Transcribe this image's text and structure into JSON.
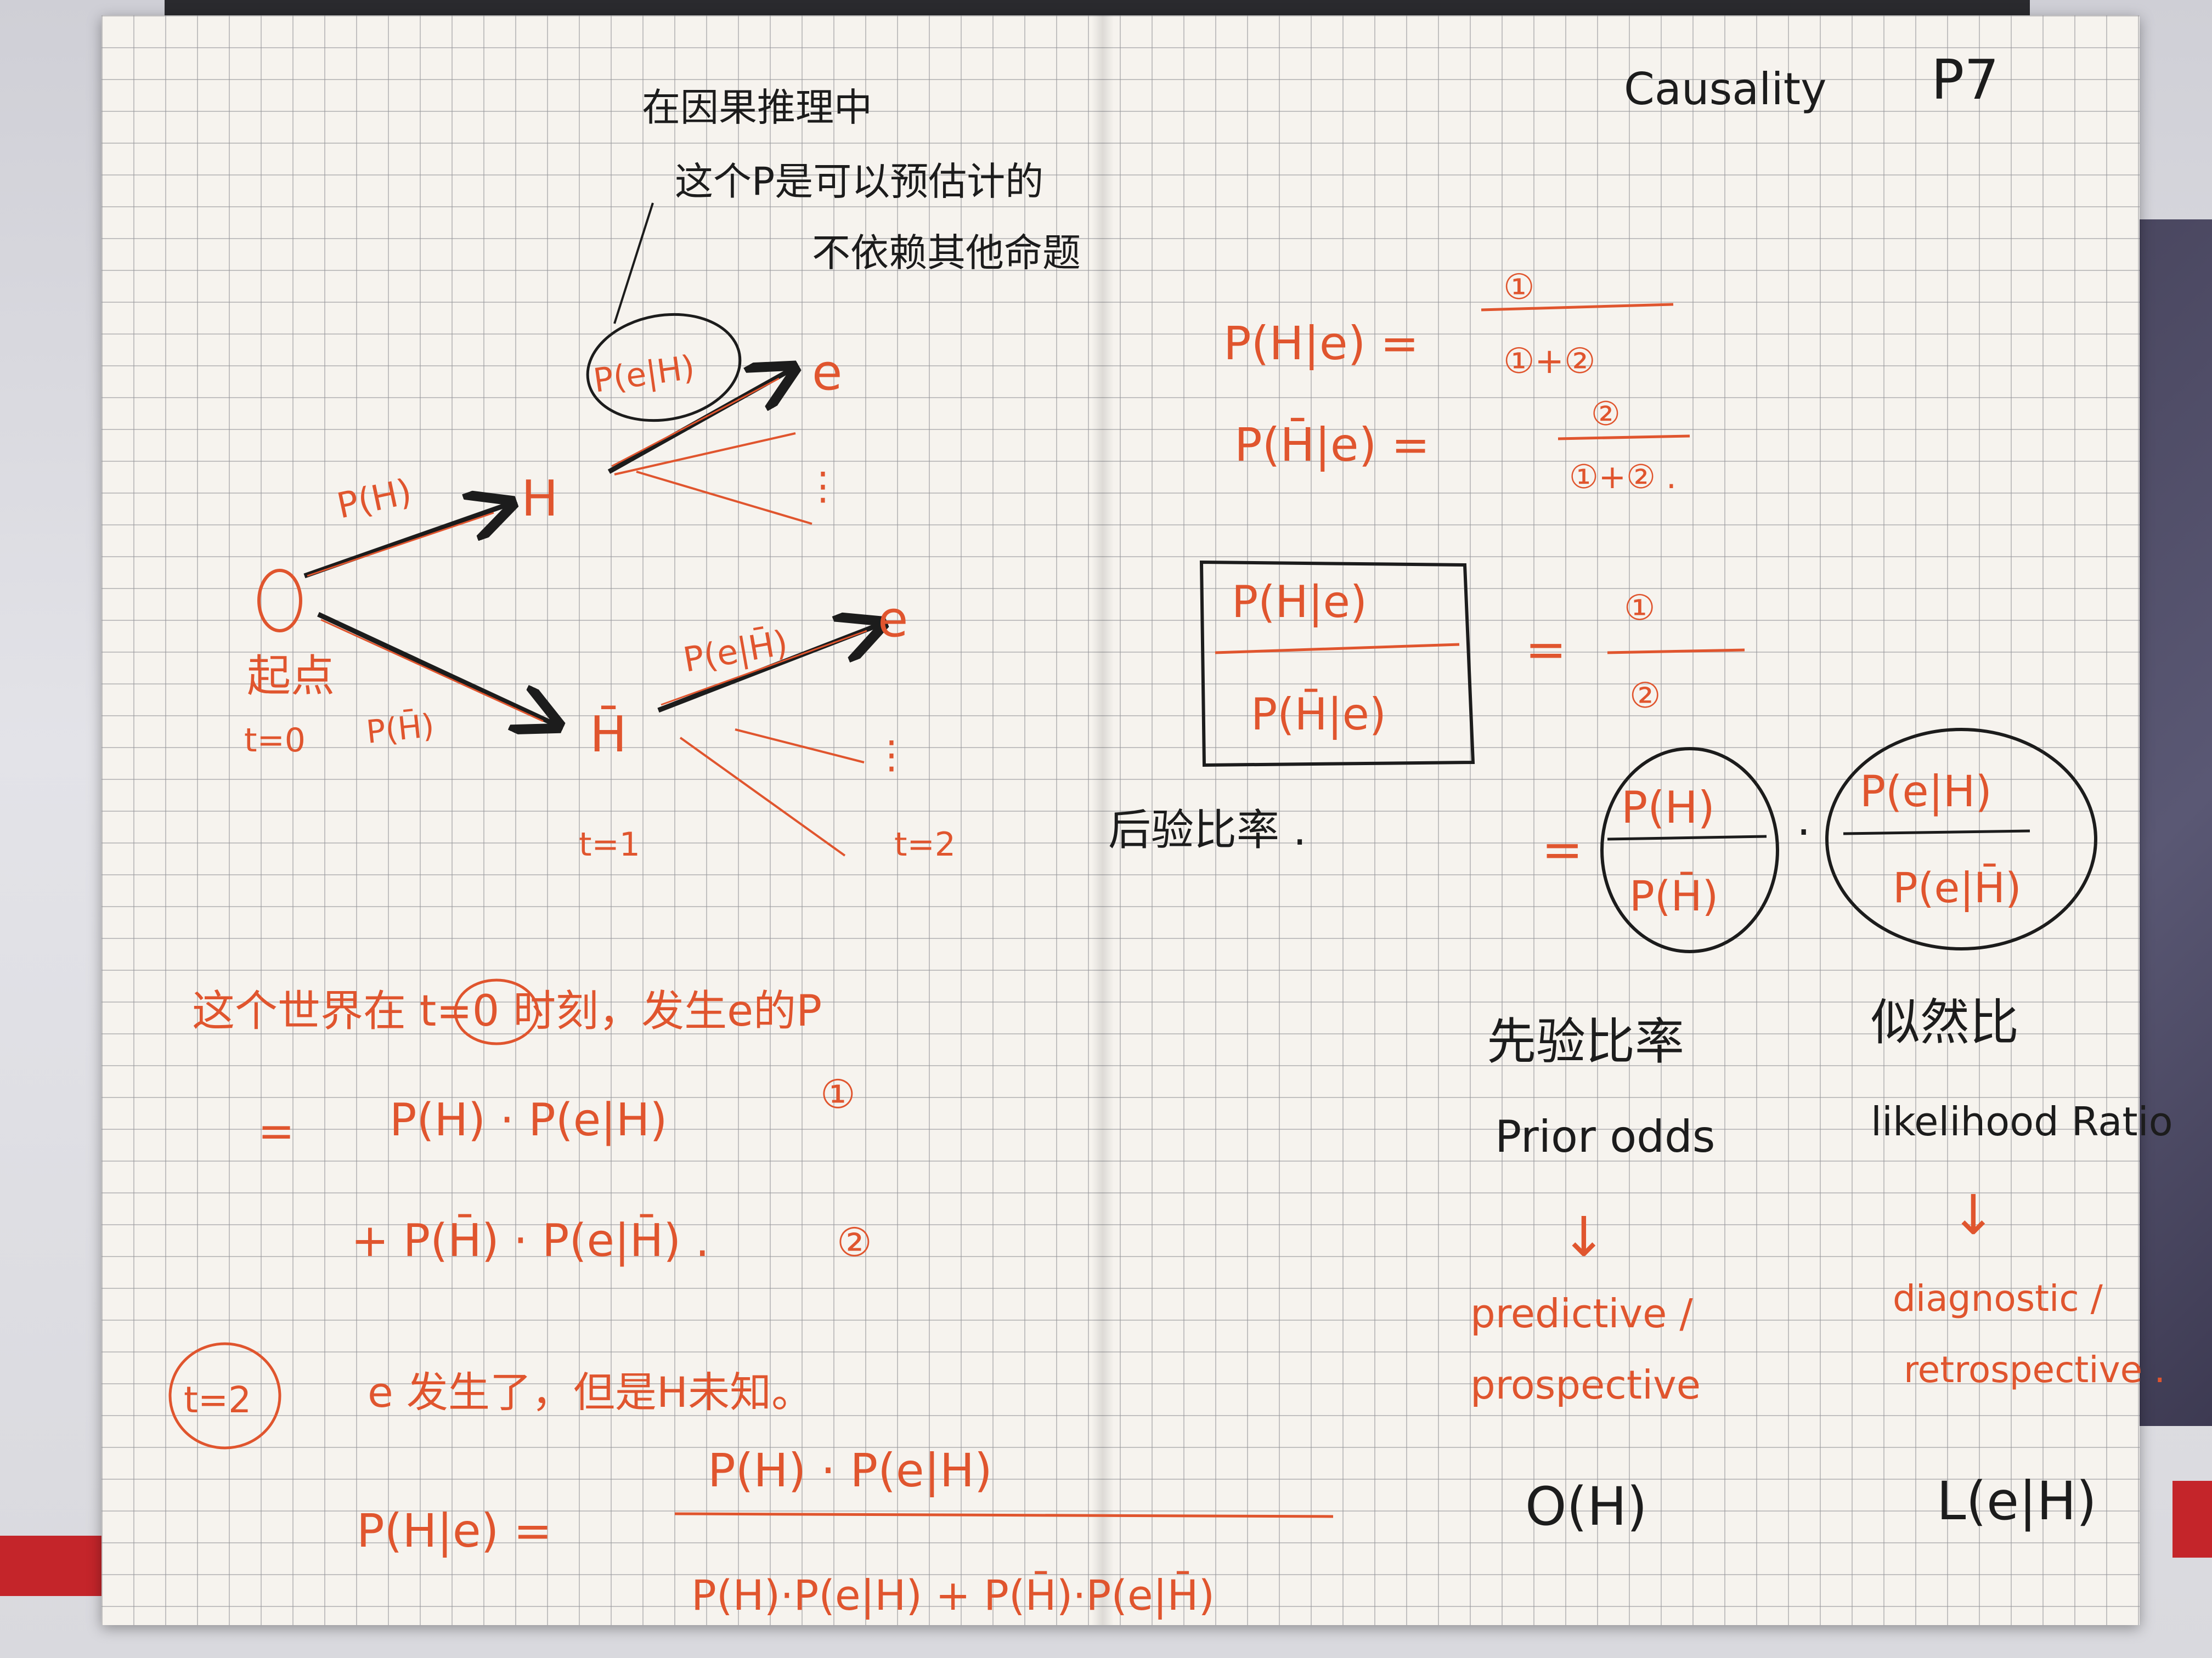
{
  "header": {
    "subject": "Causality",
    "page_number": "P7"
  },
  "tree": {
    "start_label": "起点",
    "t0": "t=0",
    "t1": "t=1",
    "t2": "t=2",
    "node_H": "H",
    "node_notH": "H̄",
    "edge_pH": "P(H)",
    "edge_pnotH": "P(H̄)",
    "edge_peH": "P(e|H)",
    "edge_penotH": "P(e|H̄)",
    "leaf_e": "e",
    "dots": "⋮"
  },
  "annotation": {
    "line1": "在因果推理中",
    "line2": "这个P是可以预估计的",
    "line3": "不依赖其他命题"
  },
  "formula_left": {
    "line1": "这个世界在 t=0 时刻，发生e的P",
    "eq": "=",
    "term1": "P(H) · P(e|H)",
    "mark1": "①",
    "term2": "+ P(H̄) · P(e|H̄) .",
    "mark2": "②",
    "t2_label": "t=2",
    "t2_text": "e 发生了，但是H未知。",
    "bayes_lhs": "P(H|e) =",
    "bayes_num": "P(H) · P(e|H)",
    "bayes_den": "P(H)·P(e|H) + P(H̄)·P(e|H̄)"
  },
  "formula_right": {
    "pHe_lhs": "P(H|e) =",
    "pHe_num": "①",
    "pHe_den": "①+②",
    "pnHe_lhs": "P(H̄|e) =",
    "pnHe_num": "②",
    "pnHe_den": "①+② .",
    "box_num": "P(H|e)",
    "box_den": "P(H̄|e)",
    "ratio_eq": "=",
    "ratio_num": "①",
    "ratio_den": "②",
    "posterior_label": "后验比率 .",
    "eq2": "=",
    "prior_num": "P(H)",
    "prior_den": "P(H̄)",
    "dot": "·",
    "lik_num": "P(e|H)",
    "lik_den": "P(e|H̄)"
  },
  "bottom_right": {
    "prior_cn": "先验比率",
    "prior_en": "Prior odds",
    "prior_arrow": "↓",
    "prior_type1": "predictive /",
    "prior_type2": "prospective",
    "prior_sym": "O(H)",
    "lik_cn": "似然比",
    "lik_en": "likelihood Ratio",
    "lik_arrow": "↓",
    "lik_type1": "diagnostic /",
    "lik_type2": "retrospective .",
    "lik_sym": "L(e|H)"
  }
}
